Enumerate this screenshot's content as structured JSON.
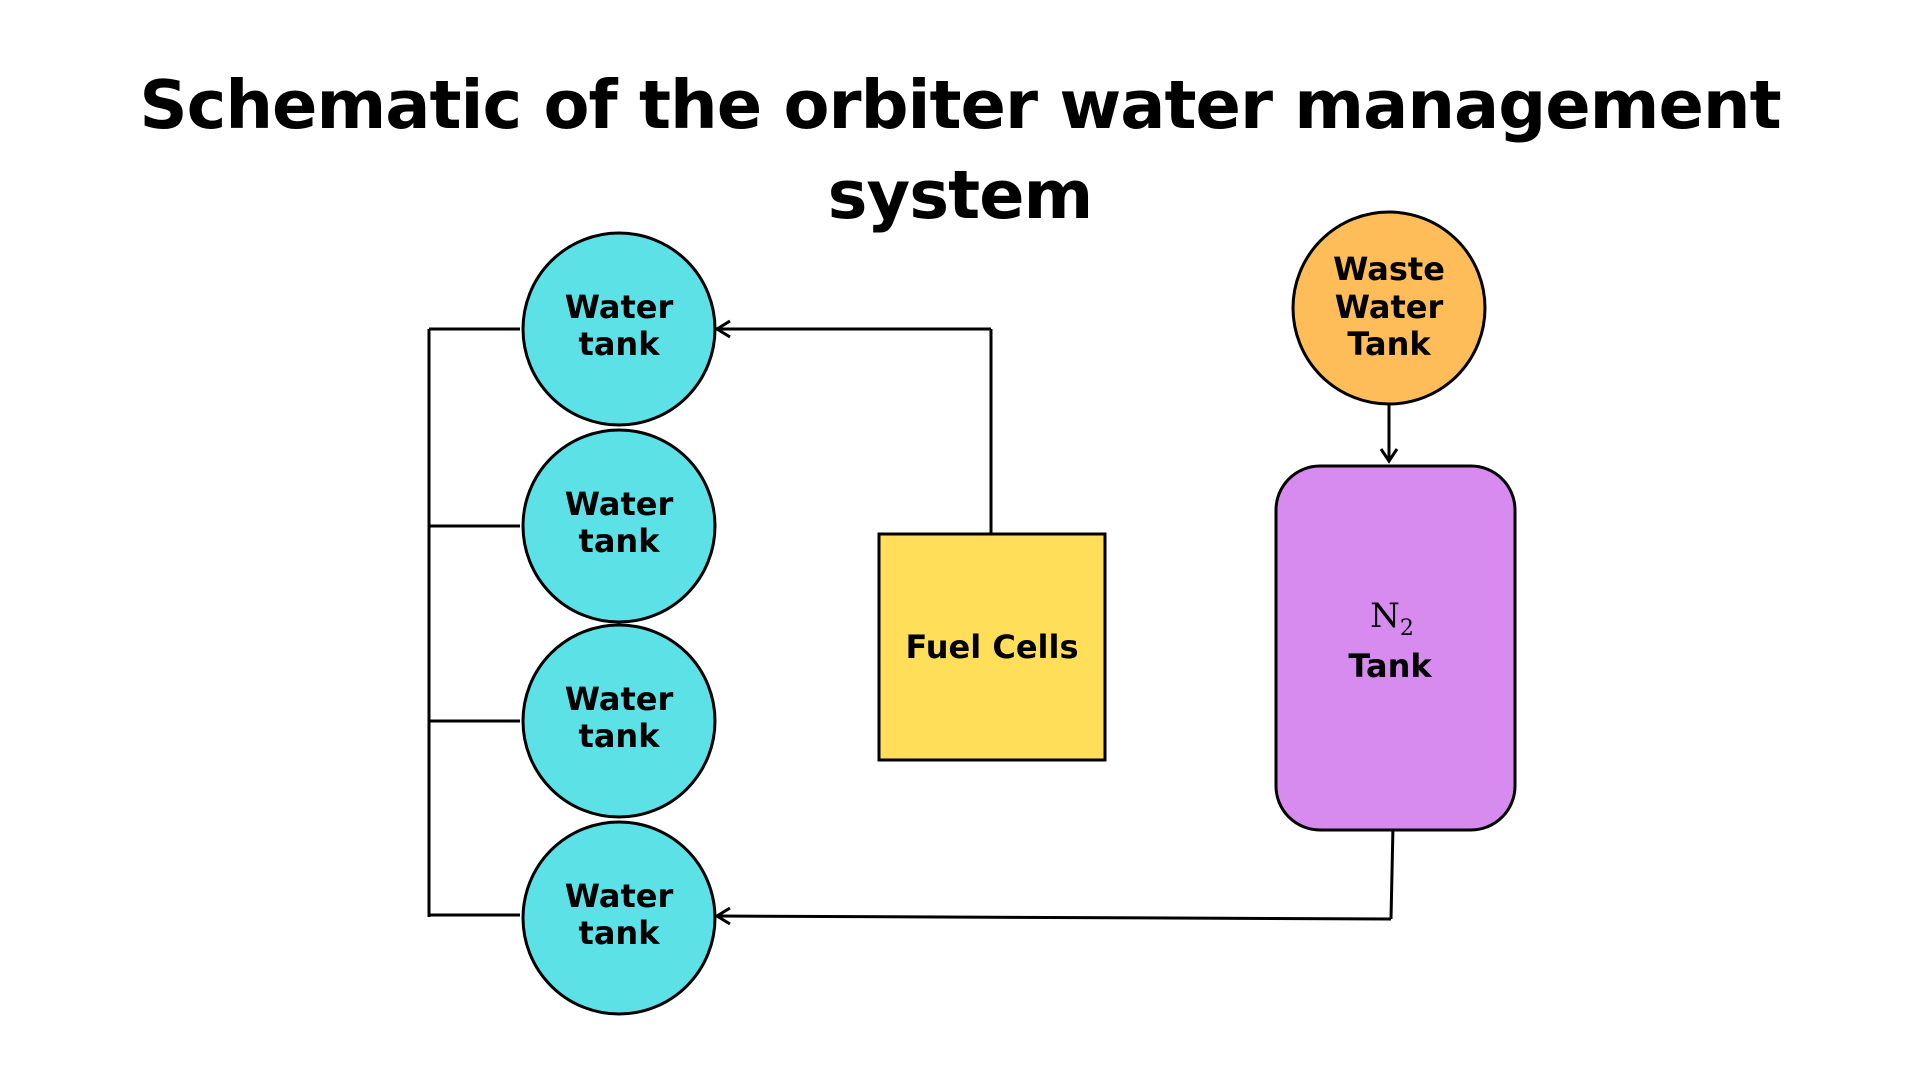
{
  "title": "Schematic of the orbiter water management system",
  "colors": {
    "water_tank": "#5ce1e6",
    "fuel_cells": "#ffde59",
    "waste_water_tank": "#ffbd59",
    "n2_tank": "#d78bee",
    "line": "#000000"
  },
  "nodes": {
    "water_tanks": [
      {
        "line1": "Water",
        "line2": "tank"
      },
      {
        "line1": "Water",
        "line2": "tank"
      },
      {
        "line1": "Water",
        "line2": "tank"
      },
      {
        "line1": "Water",
        "line2": "tank"
      }
    ],
    "fuel_cells": {
      "label": "Fuel Cells"
    },
    "waste_water_tank": {
      "line1": "Waste",
      "line2": "Water",
      "line3": "Tank"
    },
    "n2_tank": {
      "formula_main": "N",
      "formula_sub": "2",
      "label": "Tank"
    }
  },
  "connections": [
    {
      "from": "fuel_cells",
      "to": "water_tank_1",
      "arrow": true
    },
    {
      "from": "waste_water_tank",
      "to": "n2_tank",
      "arrow": true
    },
    {
      "from": "n2_tank",
      "to": "water_tank_4",
      "arrow": true
    },
    {
      "from": "manifold",
      "to": "water_tanks",
      "arrow": false
    }
  ]
}
